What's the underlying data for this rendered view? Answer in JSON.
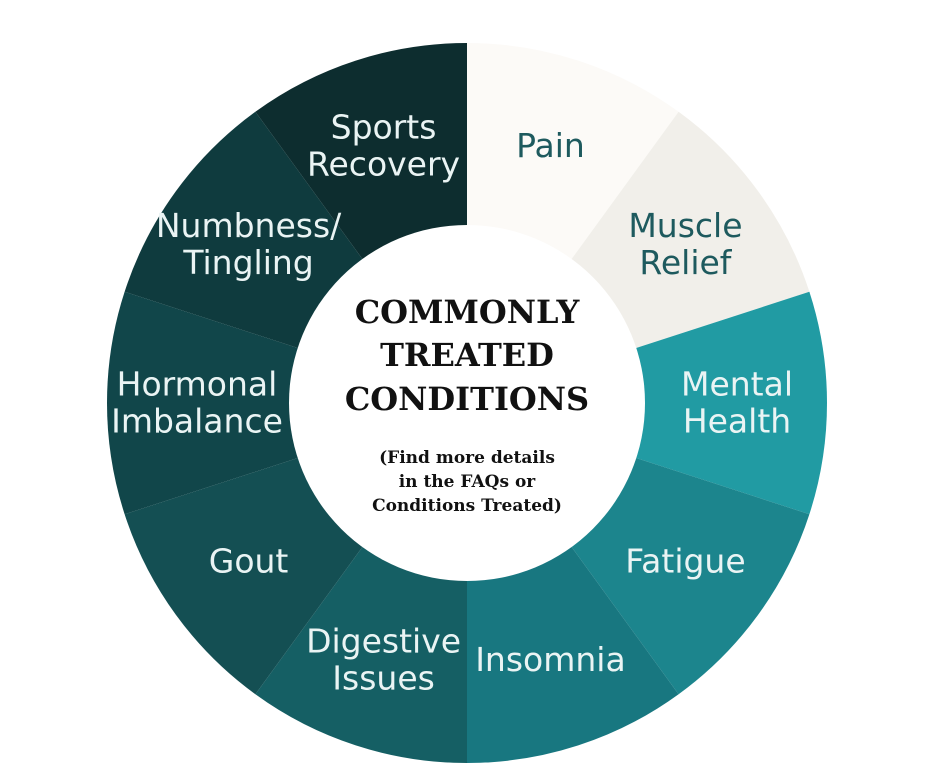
{
  "center": {
    "title_lines": [
      "COMMONLY",
      "TREATED",
      "CONDITIONS"
    ],
    "subtitle_lines": [
      "(Find more details",
      "in the FAQs or",
      "Conditions Treated)"
    ]
  },
  "segments": [
    {
      "label_lines": [
        "Pain"
      ],
      "fill": "#FCFAF7",
      "text_color": "#1E5A5E"
    },
    {
      "label_lines": [
        "Muscle",
        "Relief"
      ],
      "fill": "#F1EFEA",
      "text_color": "#1E5A5E"
    },
    {
      "label_lines": [
        "Mental",
        "Health"
      ],
      "fill": "#219BA3",
      "text_color": "#EAF4F4"
    },
    {
      "label_lines": [
        "Fatigue"
      ],
      "fill": "#1C858D",
      "text_color": "#EAF4F4"
    },
    {
      "label_lines": [
        "Insomnia"
      ],
      "fill": "#187780",
      "text_color": "#EAF4F4"
    },
    {
      "label_lines": [
        "Digestive",
        "Issues"
      ],
      "fill": "#155F64",
      "text_color": "#EAF4F4"
    },
    {
      "label_lines": [
        "Gout"
      ],
      "fill": "#144F53",
      "text_color": "#EAF4F4"
    },
    {
      "label_lines": [
        "Hormonal",
        "Imbalance"
      ],
      "fill": "#11464A",
      "text_color": "#EAF4F4"
    },
    {
      "label_lines": [
        "Numbness/",
        "Tingling"
      ],
      "fill": "#0F3B3E",
      "text_color": "#EAF4F4"
    },
    {
      "label_lines": [
        "Sports",
        "Recovery"
      ],
      "fill": "#0D2D2F",
      "text_color": "#EAF4F4"
    }
  ]
}
